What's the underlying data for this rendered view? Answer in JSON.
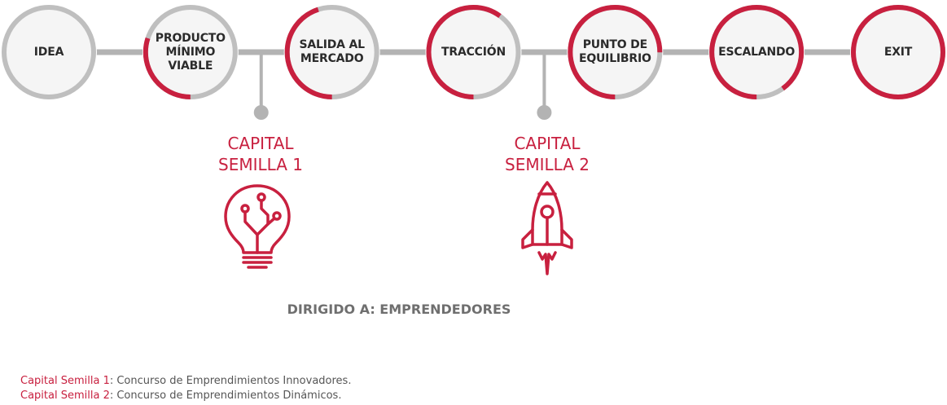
{
  "colors": {
    "accent": "#c8203f",
    "ring_gray": "#bfbfbf",
    "connector": "#b3b3b3",
    "circle_fill": "#f5f5f5",
    "text_dark": "#2b2b2b",
    "text_gray": "#6f6f6f"
  },
  "stages": [
    {
      "id": "idea",
      "label": "IDEA",
      "progress": 0
    },
    {
      "id": "producto-minimo-viable",
      "label": "PRODUCTO\nMÍNIMO\nVIABLE",
      "progress": 0.3
    },
    {
      "id": "salida-al-mercado",
      "label": "SALIDA AL\nMERCADO",
      "progress": 0.45
    },
    {
      "id": "traccion",
      "label": "TRACCIÓN",
      "progress": 0.6
    },
    {
      "id": "punto-de-equilibrio",
      "label": "PUNTO DE\nEQUILIBRIO",
      "progress": 0.75
    },
    {
      "id": "escalando",
      "label": "ESCALANDO",
      "progress": 0.9
    },
    {
      "id": "exit",
      "label": "EXIT",
      "progress": 1
    }
  ],
  "funding": [
    {
      "id": "capital-semilla-1",
      "title": "CAPITAL\nSEMILLA 1",
      "icon": "lightbulb-circuit-icon"
    },
    {
      "id": "capital-semilla-2",
      "title": "CAPITAL\nSEMILLA 2",
      "icon": "rocket-icon"
    }
  ],
  "audience": "DIRIGIDO A: EMPRENDEDORES",
  "notes": [
    {
      "key": "Capital Semilla 1",
      "text": ": Concurso de Emprendimientos Innovadores."
    },
    {
      "key": "Capital Semilla 2",
      "text": ": Concurso de Emprendimientos Dinámicos."
    }
  ]
}
